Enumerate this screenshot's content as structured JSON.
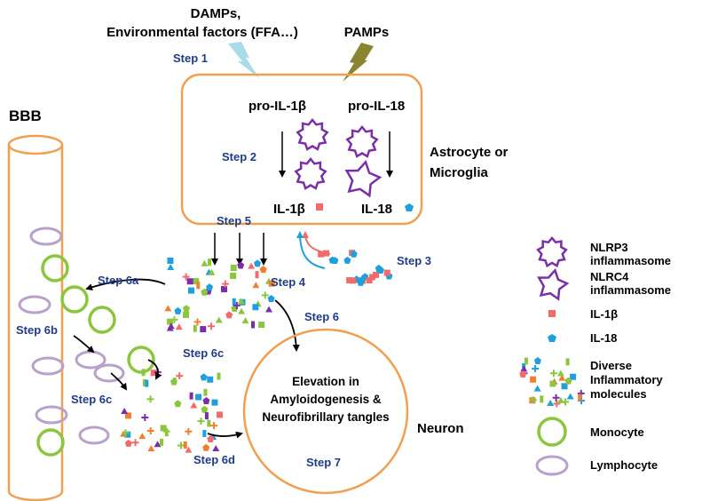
{
  "triggers": {
    "damps_line1": "DAMPs,",
    "damps_line2": "Environmental factors (FFA…)",
    "pamps": "PAMPs"
  },
  "bbb_label": "BBB",
  "cell": {
    "pro_il1b": "pro-IL-1β",
    "pro_il18": "pro-IL-18",
    "il1b": "IL-1β",
    "il18": "IL-18",
    "type_line1": "Astrocyte or",
    "type_line2": "Microglia"
  },
  "neuron": {
    "line1": "Elevation in",
    "line2": "Amyloidogenesis  &",
    "line3": "Neurofibrillary tangles",
    "label": "Neuron"
  },
  "steps": {
    "s1": "Step 1",
    "s2": "Step 2",
    "s3": "Step 3",
    "s4": "Step 4",
    "s5": "Step 5",
    "s6": "Step 6",
    "s6a": "Step 6a",
    "s6b": "Step 6b",
    "s6c_upper": "Step 6c",
    "s6c_lower": "Step 6c",
    "s6d": "Step 6d",
    "s7": "Step 7"
  },
  "legend": {
    "nlrp3_line1": "NLRP3",
    "nlrp3_line2": "inflammasome",
    "nlrc4_line1": "NLRC4",
    "nlrc4_line2": "inflammasome",
    "il1b": "IL-1β",
    "il18": "IL-18",
    "diverse_line1": "Diverse",
    "diverse_line2": "Inflammatory",
    "diverse_line3": "molecules",
    "monocyte": "Monocyte",
    "lymphocyte": "Lymphocyte"
  },
  "colors": {
    "orange": "#f0a050",
    "purple": "#7a2fa8",
    "green": "#8cc63f",
    "lavender": "#b8a2cc",
    "il1b_red": "#f26b6b",
    "il18_blue": "#1ea0dc",
    "bolt_blue": "#a8dce8",
    "bolt_olive": "#8a8530",
    "step_text": "#1f3c88"
  }
}
